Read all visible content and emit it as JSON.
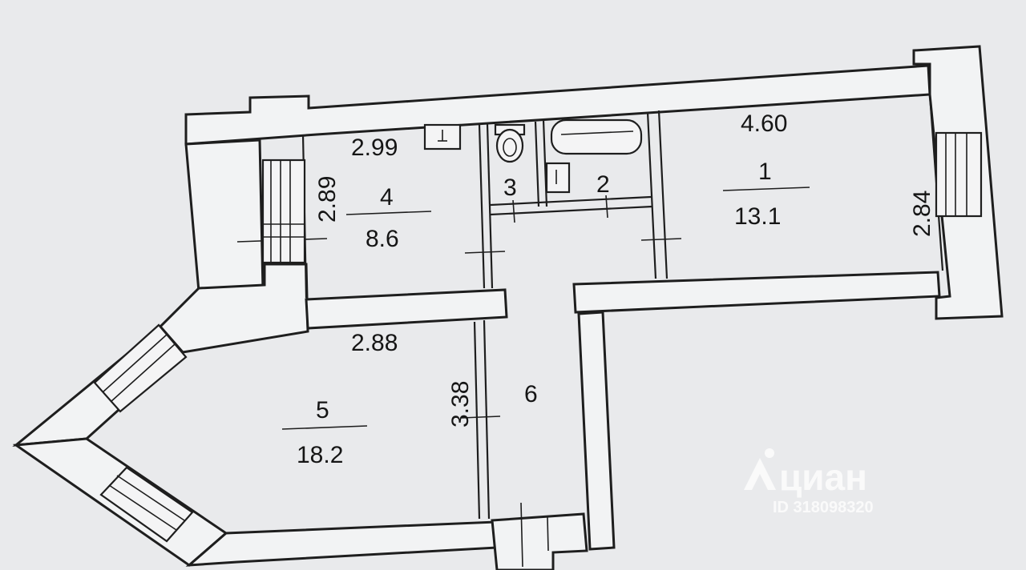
{
  "rooms": [
    {
      "number": "1",
      "area": "13.1",
      "width": "4.60",
      "depth": "2.84"
    },
    {
      "number": "2"
    },
    {
      "number": "3"
    },
    {
      "number": "4",
      "area": "8.6",
      "width": "2.99",
      "depth": "2.89"
    },
    {
      "number": "5",
      "area": "18.2",
      "width": "2.88",
      "depth": "3.38"
    },
    {
      "number": "6"
    }
  ],
  "watermark": {
    "brand": "циан",
    "id": "ID 318098320"
  },
  "colors": {
    "paper": "#e9eaec",
    "ink": "#1e1e1e",
    "watermark": "#ffffff"
  }
}
